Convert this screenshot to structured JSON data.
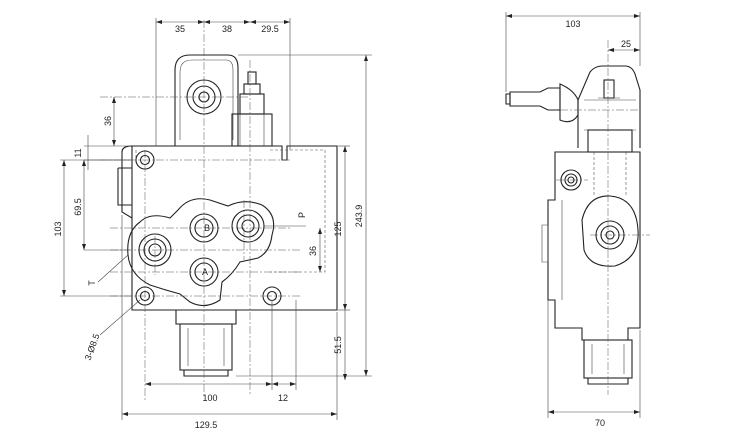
{
  "front_view": {
    "dimensions": {
      "d35": "35",
      "d38": "38",
      "d29_5": "29.5",
      "d36_top": "36",
      "d11": "11",
      "d69_5": "69.5",
      "d103": "103",
      "d36_right": "36",
      "d125": "125",
      "d243_9": "243.9",
      "d51_5": "51.5",
      "d100": "100",
      "d12": "12",
      "d129_5": "129.5",
      "hole": "3-Ø8.5"
    },
    "ports": {
      "p": "P",
      "t": "T",
      "a": "A",
      "b": "B"
    }
  },
  "side_view": {
    "dimensions": {
      "d103": "103",
      "d25": "25",
      "d70": "70"
    }
  }
}
